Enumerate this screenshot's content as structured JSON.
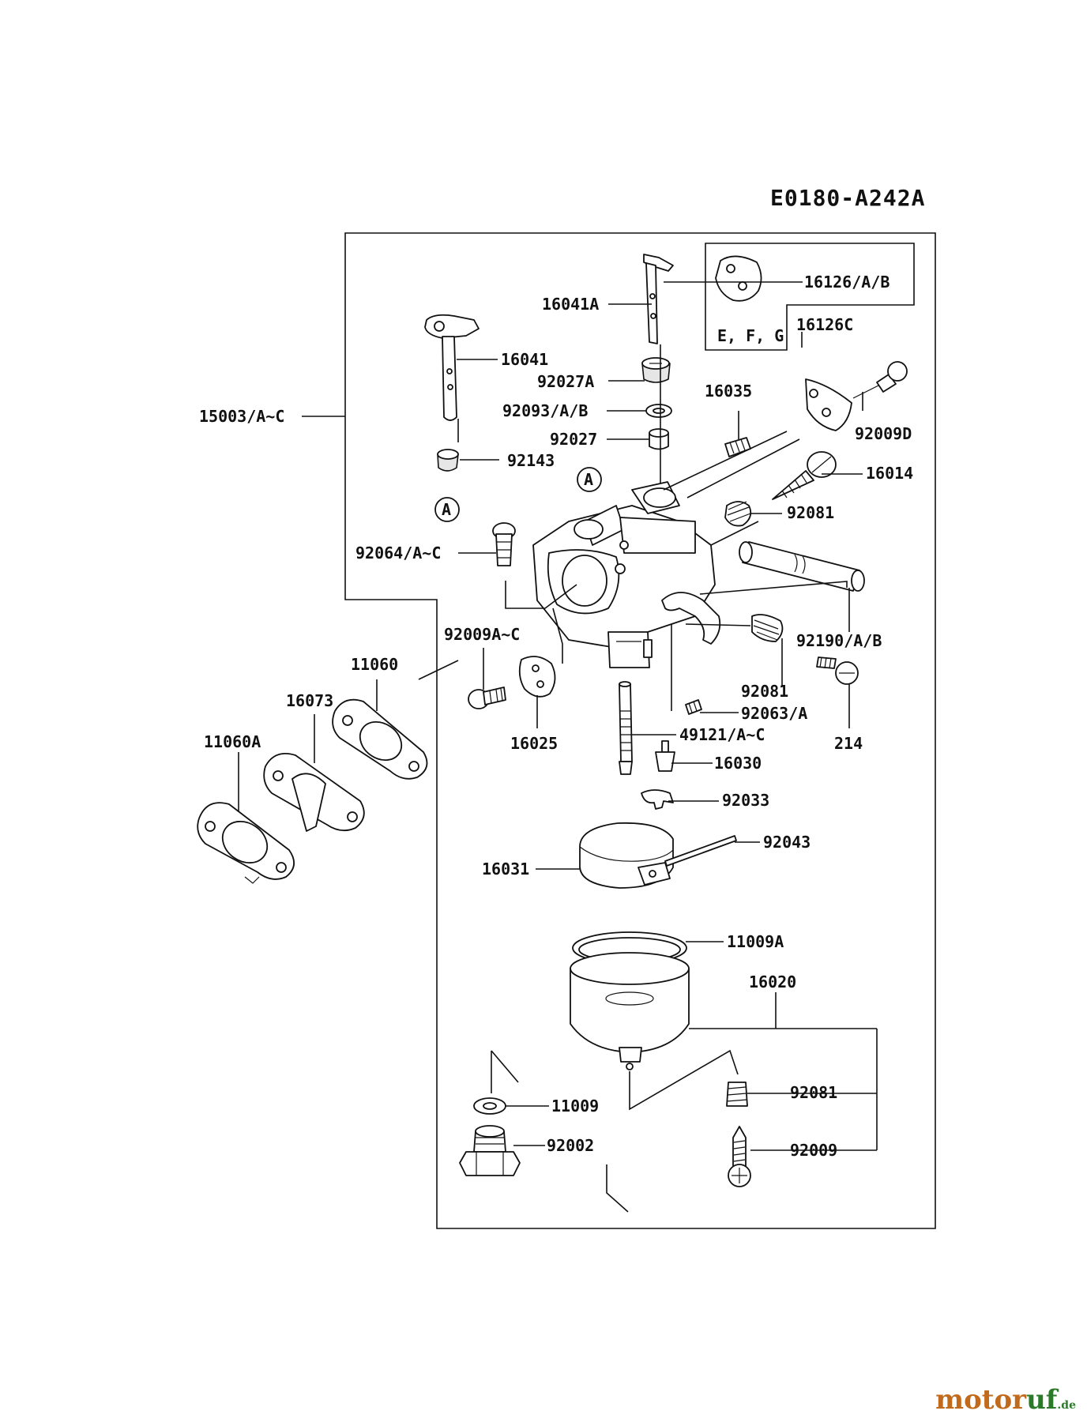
{
  "diagram_code": "E0180-A242A",
  "inset_variant": "E, F, G",
  "labels": {
    "p16041A": "16041A",
    "p16126AB": "16126/A/B",
    "p16126C": "16126C",
    "p16041": "16041",
    "p92027A": "92027A",
    "p16035": "16035",
    "p15003": "15003/A~C",
    "p92093": "92093/A/B",
    "p92009D": "92009D",
    "p92027": "92027",
    "p92143": "92143",
    "p16014": "16014",
    "p92081a": "92081",
    "p92064": "92064/A~C",
    "p92009AC": "92009A~C",
    "p92190": "92190/A/B",
    "p11060": "11060",
    "p92081b": "92081",
    "p16073": "16073",
    "p92063": "92063/A",
    "p11060A": "11060A",
    "p49121": "49121/A~C",
    "p16025": "16025",
    "p214": "214",
    "p16030": "16030",
    "p92033": "92033",
    "p92043": "92043",
    "p16031": "16031",
    "p11009A": "11009A",
    "p16020": "16020",
    "p11009": "11009",
    "p92081c": "92081",
    "p92002": "92002",
    "p92009": "92009"
  },
  "callout": "A",
  "watermark": {
    "part1": "motor",
    "part2": "uf",
    "suffix": ".de"
  }
}
